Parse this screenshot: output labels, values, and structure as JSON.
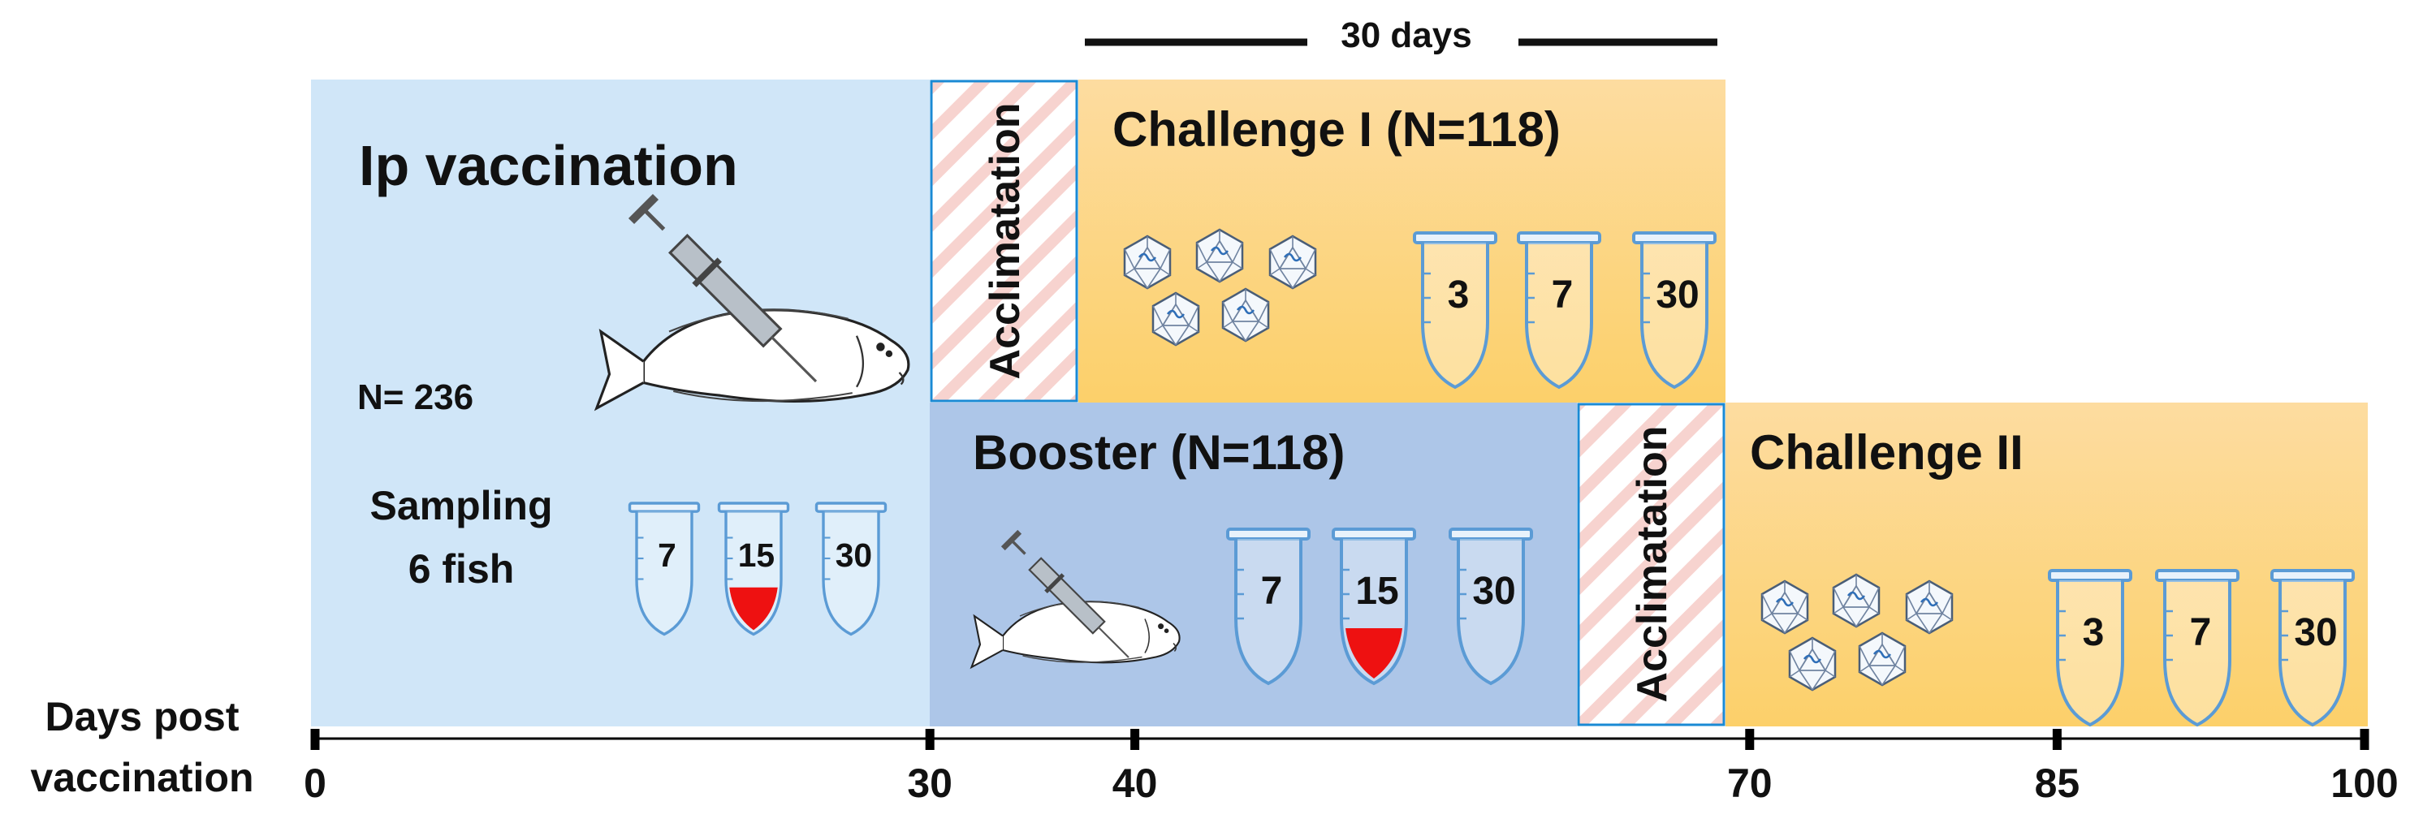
{
  "header": {
    "duration_label": "30 days"
  },
  "panels": {
    "vaccination": {
      "title": "Ip vaccination",
      "n_label": "N= 236",
      "sampling_line1": "Sampling",
      "sampling_line2": "6 fish"
    },
    "acclimatation_1": {
      "label": "Acclimatation"
    },
    "challenge_1": {
      "title": "Challenge I (N=118)"
    },
    "booster": {
      "title": "Booster  (N=118)"
    },
    "acclimatation_2": {
      "label": "Acclimatation"
    },
    "challenge_2": {
      "title": "Challenge II"
    }
  },
  "tubes": {
    "vaccination": [
      "7",
      "15",
      "30"
    ],
    "challenge_1": [
      "3",
      "7",
      "30"
    ],
    "booster": [
      "7",
      "15",
      "30"
    ],
    "challenge_2": [
      "3",
      "7",
      "30"
    ]
  },
  "timeline": {
    "label_line1": "Days post",
    "label_line2": "vaccination",
    "ticks": [
      "0",
      "30",
      "40",
      "70",
      "85",
      "100"
    ]
  },
  "colors": {
    "vaccination_bg": "#d0e6f8",
    "booster_bg": "#adc6e8",
    "challenge_bg_top": "#fddca0",
    "challenge_bg_bottom": "#fcd06a",
    "acclimatation_border": "#1a8ad4",
    "acclimatation_stripe": "#f7d3cf",
    "tube_outline": "#5b9bd5",
    "highlight_red": "#ee1111"
  }
}
